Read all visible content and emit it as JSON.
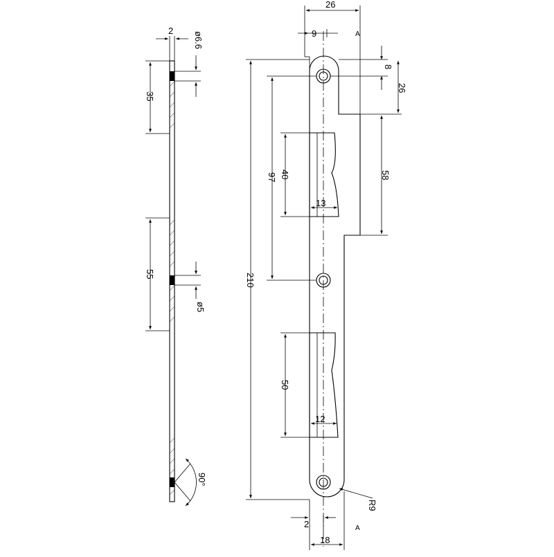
{
  "dimensions": {
    "d_26_top": "26",
    "d_9": "9",
    "d_8": "8",
    "d_26_right": "26",
    "d_58": "58",
    "d_97": "97",
    "d_40": "40",
    "d_13": "13",
    "d_210": "210",
    "d_50": "50",
    "d_12": "12",
    "d_r9": "R9",
    "d_2_bottom": "2",
    "d_18": "18",
    "side_d2": "2",
    "side_hole_upper": "ø6.6",
    "side_35": "35",
    "side_55": "55",
    "side_hole_lower": "ø5",
    "side_angle": "90°"
  },
  "section_markers": {
    "top": "A",
    "bottom": "A"
  }
}
